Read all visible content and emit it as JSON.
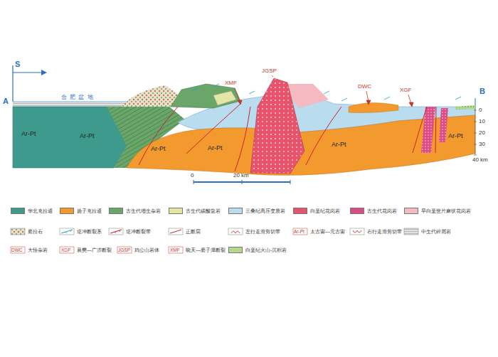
{
  "diagram": {
    "labels": [
      "S",
      "A",
      "B",
      "合 肥 盆 地",
      "Ar-Pt",
      "Ar-Pt",
      "Ar-Pt",
      "Ar-Pt",
      "Ar-Pt",
      "Ar-Pt",
      "XMF",
      "JGSP",
      "DWC",
      "XGF",
      "0",
      "10",
      "20",
      "30",
      "40 km",
      "0",
      "20 km",
      "Ar-Pt",
      "DWC",
      "XGF",
      "JGSP",
      "XMF"
    ],
    "legend": [
      {
        "text": "华北克拉通",
        "color": "#3d9a8c"
      },
      {
        "text": "扬子克拉通",
        "color": "#f29a2e"
      },
      {
        "text": "古生代增生杂岩",
        "color": "#6aa56a"
      },
      {
        "text": "古生代碳酸盐岩",
        "color": "#e4e6a4"
      },
      {
        "text": "三叠纪高压变质岩",
        "color": "#b9dcef"
      },
      {
        "text": "白垩纪花岗岩",
        "color": "#e6536b"
      },
      {
        "text": "古生代花岗岩",
        "color": "#d94c86"
      },
      {
        "text": "早白垩世片麻状花岗岩",
        "color": "#f5b9c1"
      },
      {
        "text": "磨拉石"
      },
      {
        "text": "逆冲断裂系"
      },
      {
        "text": "逆冲断裂带"
      },
      {
        "text": "正断层"
      },
      {
        "text": "左行走滑剪切带"
      },
      {
        "text": "太古宙—元古宙"
      },
      {
        "text": "右行走滑剪切带"
      },
      {
        "text": "中生代碎屑岩"
      },
      {
        "text": "大悟杂岩"
      },
      {
        "text": "襄樊—广济断裂"
      },
      {
        "text": "鸡公山岩体"
      },
      {
        "text": "晓天—磨子潭断裂"
      },
      {
        "text": "白垩纪火山-沉积岩",
        "color": "#b5d98a"
      }
    ]
  }
}
